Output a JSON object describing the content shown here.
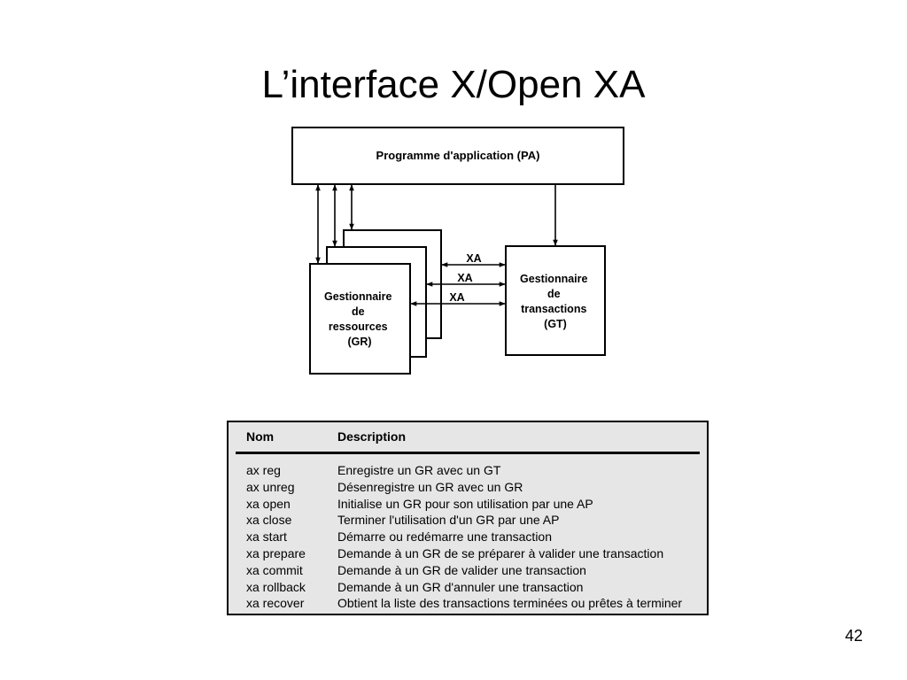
{
  "slide": {
    "title": "L’interface X/Open XA",
    "page_number": "42"
  },
  "diagram": {
    "application_box": "Programme d'application (PA)",
    "resource_manager": [
      "Gestionnaire",
      "de",
      "ressources",
      "(GR)"
    ],
    "transaction_manager": [
      "Gestionnaire",
      "de",
      "transactions",
      "(GT)"
    ],
    "xa_labels": [
      "XA",
      "XA",
      "XA"
    ]
  },
  "table": {
    "headers": {
      "name": "Nom",
      "description": "Description"
    },
    "rows": [
      {
        "name": "ax reg",
        "description": "Enregistre un GR avec un GT"
      },
      {
        "name": "ax unreg",
        "description": "Désenregistre un GR avec un GR"
      },
      {
        "name": "xa open",
        "description": "Initialise un GR pour son utilisation par une AP"
      },
      {
        "name": "xa close",
        "description": "Terminer l'utilisation d'un GR par une AP"
      },
      {
        "name": "xa start",
        "description": "Démarre ou redémarre une transaction"
      },
      {
        "name": "xa prepare",
        "description": "Demande à un GR de se préparer à valider une transaction"
      },
      {
        "name": "xa commit",
        "description": "Demande à un GR de valider une transaction"
      },
      {
        "name": "xa rollback",
        "description": "Demande à un GR d'annuler une transaction"
      },
      {
        "name": "xa recover",
        "description": "Obtient la liste des transactions terminées ou prêtes à terminer"
      }
    ]
  }
}
